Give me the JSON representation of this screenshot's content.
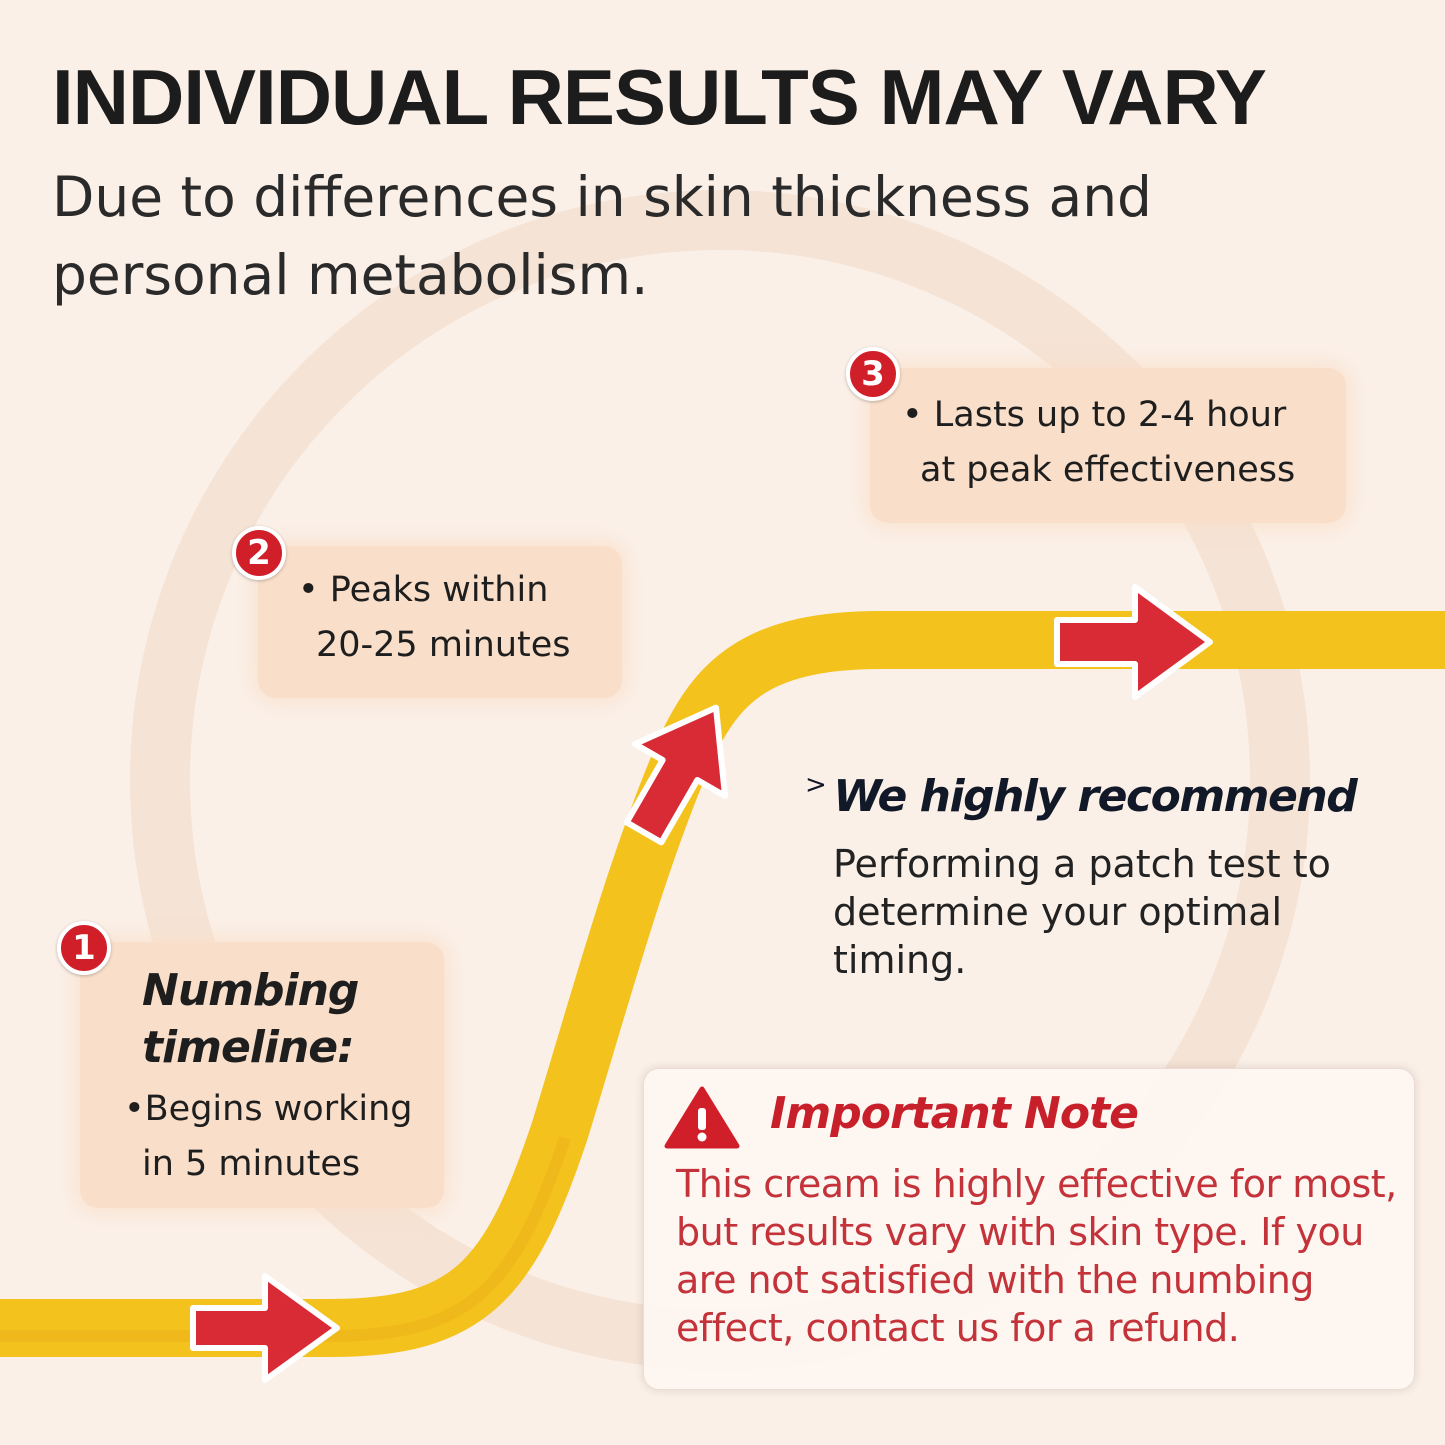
{
  "header": {
    "headline": "INDIVIDUAL RESULTS MAY VARY",
    "subhead_line1": "Due to differences in skin thickness and",
    "subhead_line2": "personal metabolism."
  },
  "steps": [
    {
      "badge": "1",
      "title_line1": "Numbing",
      "title_line2": "timeline:",
      "line1": "•Begins working",
      "line2": "in 5 minutes"
    },
    {
      "badge": "2",
      "line1": "• Peaks within",
      "line2": "20-25 minutes"
    },
    {
      "badge": "3",
      "line1": "• Lasts up to 2-4 hour",
      "line2": "at peak effectiveness"
    }
  ],
  "recommend": {
    "chevron": ">",
    "title": "We highly recommend",
    "body": "Performing a patch test to determine your optimal timing."
  },
  "note": {
    "title": "Important Note",
    "body": "This cream is highly effective for most, but results vary with skin type. If you are not satisfied with the numbing effect, contact us for a refund."
  },
  "icons": {
    "arrow": "arrow-icon",
    "warning": "warning-icon"
  },
  "colors": {
    "background": "#fbf0e8",
    "path": "#f4c21c",
    "arrow": "#d92b35",
    "badge": "#d11f2a",
    "card": "#f9dfca",
    "note_text": "#c4323a"
  }
}
